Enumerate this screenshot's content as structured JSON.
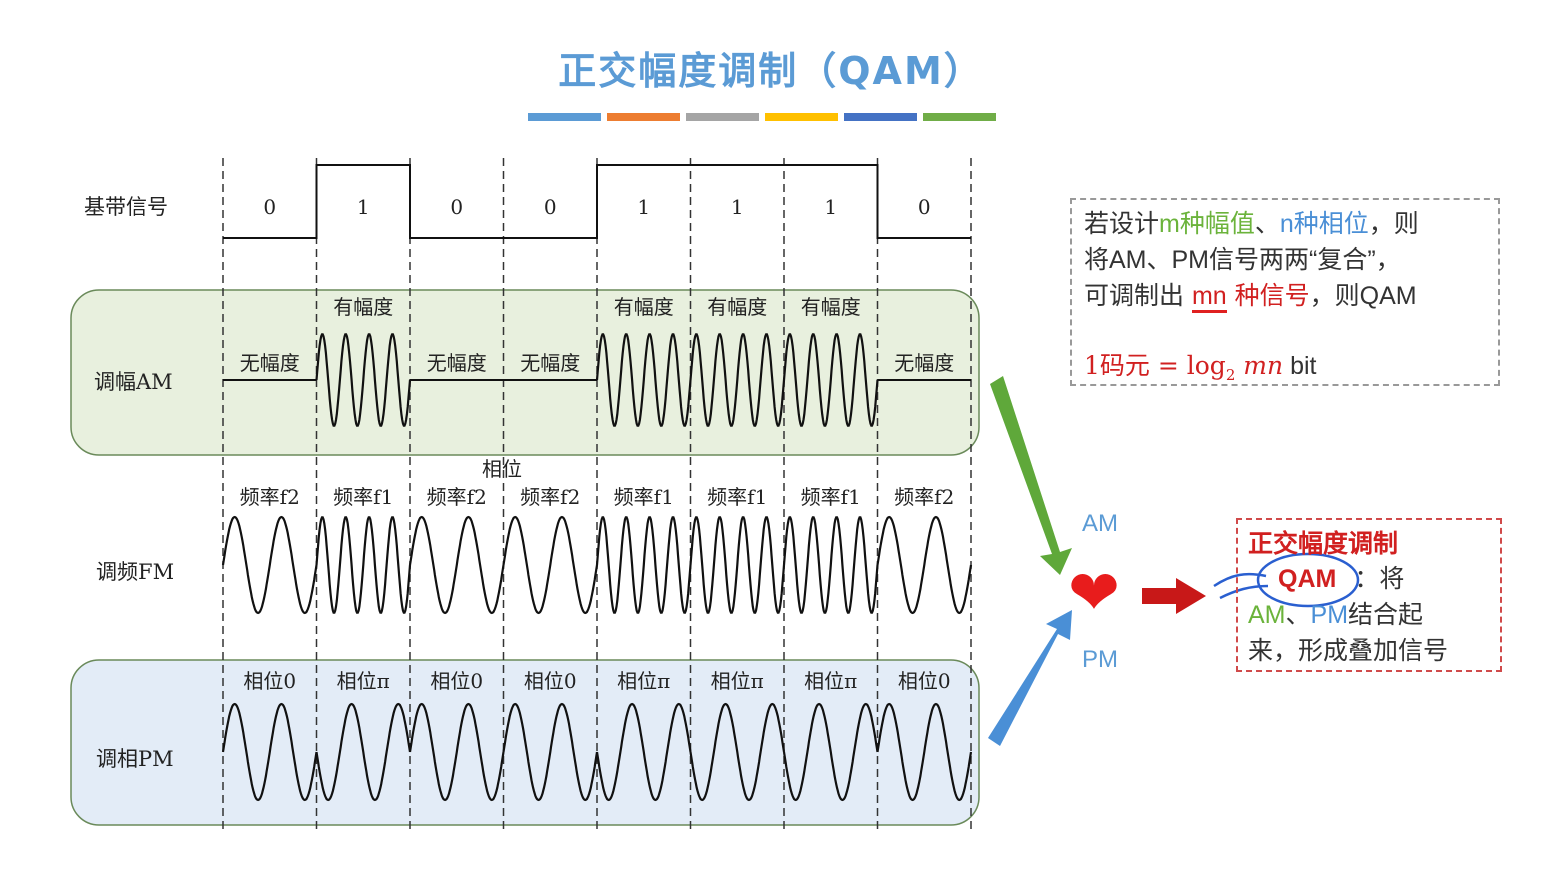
{
  "title": "正交幅度调制（QAM）",
  "color_bars": [
    "#5b9bd5",
    "#ed7d31",
    "#a5a5a5",
    "#ffc000",
    "#4472c4",
    "#70ad47"
  ],
  "rows": {
    "baseband": "基带信号",
    "am": "调幅AM",
    "fm": "调频FM",
    "pm": "调相PM"
  },
  "bits": [
    "0",
    "1",
    "0",
    "0",
    "1",
    "1",
    "1",
    "0"
  ],
  "am_labels": [
    "无幅度",
    "有幅度",
    "无幅度",
    "无幅度",
    "有幅度",
    "有幅度",
    "有幅度",
    "无幅度"
  ],
  "fm_labels": [
    "频率f2",
    "频率f1",
    "频率f2",
    "频率f2",
    "频率f1",
    "频率f1",
    "频率f1",
    "频率f2"
  ],
  "pm_header": "相位",
  "pm_labels": [
    "相位0",
    "相位π",
    "相位0",
    "相位0",
    "相位π",
    "相位π",
    "相位π",
    "相位0"
  ],
  "info": {
    "line1_a": "若设计",
    "line1_m": "m种幅值",
    "line1_sep": "、",
    "line1_n": "n种相位",
    "line1_b": "，则",
    "line2": "将AM、PM信号两两“复合”，",
    "line3_a": "可调制出",
    "line3_mn": "mn",
    "line3_b": "种信号",
    "line3_c": "，则QAM",
    "formula_a": "1码元 = log",
    "formula_sub": "2",
    "formula_b": " mn",
    "formula_unit": " bit"
  },
  "am_side": "AM",
  "pm_side": "PM",
  "qam": {
    "line1": "正交幅度调制",
    "qam": "QAM",
    "colon": "：将",
    "am": "AM",
    "sep": "、",
    "pm": "PM",
    "rest1": "结合起",
    "rest2": "来，形成叠加信号"
  },
  "colors": {
    "title": "#5b9bd5",
    "am_band": "#e8f0de",
    "pm_band": "#e3ecf7",
    "green_arrow": "#5fa83a",
    "blue_arrow": "#4a8fd6",
    "red_arrow": "#c81818"
  }
}
